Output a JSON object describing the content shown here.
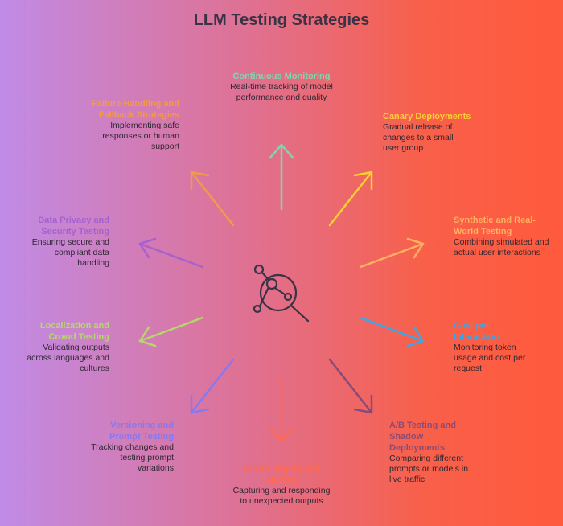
{
  "title": "LLM Testing Strategies",
  "center_icon": "analytics-magnifier-icon",
  "nodes": [
    {
      "id": "continuous",
      "title": "Continuous Monitoring",
      "desc": "Real-time tracking of model performance and quality",
      "color": "#7ed6b0"
    },
    {
      "id": "canary",
      "title": "Canary Deployments",
      "desc": "Gradual release of changes to a small user group",
      "color": "#f8d030"
    },
    {
      "id": "synthetic",
      "title": "Synthetic and Real-World Testing",
      "desc": "Combining simulated and actual user interactions",
      "color": "#ffb060"
    },
    {
      "id": "cost",
      "title": "Cost per Interaction",
      "desc": "Monitoring token usage and cost per request",
      "color": "#3aa8e8"
    },
    {
      "id": "ab",
      "title": "A/B Testing and Shadow Deployments",
      "desc": "Comparing different prompts or models in live traffic",
      "color": "#8a4a78"
    },
    {
      "id": "error",
      "title": "Error Logging and Alerting",
      "desc": "Capturing and responding to unexpected outputs",
      "color": "#ff6a50"
    },
    {
      "id": "versioning",
      "title": "Versioning and Prompt Testing",
      "desc": "Tracking changes and testing prompt variations",
      "color": "#8878f0"
    },
    {
      "id": "localization",
      "title": "Localization and Crowd Testing",
      "desc": "Validating outputs across languages and cultures",
      "color": "#b6d86a"
    },
    {
      "id": "privacy",
      "title": "Data Privacy and Security Testing",
      "desc": "Ensuring secure and compliant data handling",
      "color": "#a760d0"
    },
    {
      "id": "failure",
      "title": "Failure Handling and Fallback Strategies",
      "desc": "Implementing safe responses or human support",
      "color": "#f09a4a"
    }
  ]
}
